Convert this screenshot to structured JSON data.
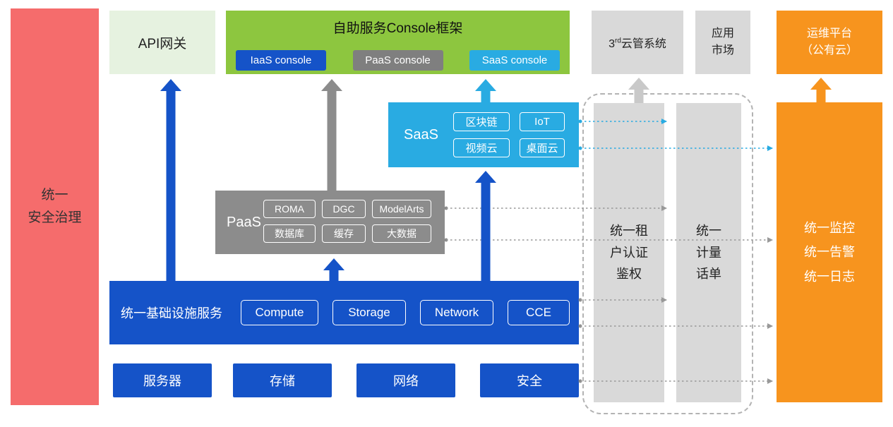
{
  "security_bar": {
    "label": "统一\n安全治理"
  },
  "api_gateway": {
    "label": "API网关"
  },
  "console_framework": {
    "title": "自助服务Console框架",
    "consoles": [
      {
        "label": "IaaS console"
      },
      {
        "label": "PaaS console"
      },
      {
        "label": "SaaS console"
      }
    ]
  },
  "third_party_cloud": {
    "num": "3",
    "sup": "rd",
    "text": "云管系统"
  },
  "app_market": {
    "label": "应用\n市场"
  },
  "ops_platform": {
    "label": "运维平台\n（公有云）"
  },
  "saas": {
    "label": "SaaS",
    "items": [
      "区块链",
      "IoT",
      "视频云",
      "桌面云"
    ]
  },
  "paas": {
    "label": "PaaS",
    "items": [
      "ROMA",
      "DGC",
      "ModelArts",
      "数据库",
      "缓存",
      "大数据"
    ]
  },
  "iaas": {
    "label": "统一基础设施服务",
    "items": [
      "Compute",
      "Storage",
      "Network",
      "CCE"
    ]
  },
  "infrastructure": {
    "items": [
      "服务器",
      "存储",
      "网络",
      "安全"
    ]
  },
  "auth_bar": {
    "label": "统一租\n户认证\n鉴权"
  },
  "metering_bar": {
    "label": "统一\n计量\n话单"
  },
  "monitoring_bar": {
    "label": "统一监控\n统一告警\n统一日志"
  },
  "colors": {
    "red": "#F56C6C",
    "light_green": "#E6F2E0",
    "green": "#8DC63F",
    "blue": "#1553C8",
    "cyan": "#29ABE2",
    "gray_dark": "#8C8C8C",
    "gray_light": "#D9D9D9",
    "orange": "#F7941E"
  }
}
